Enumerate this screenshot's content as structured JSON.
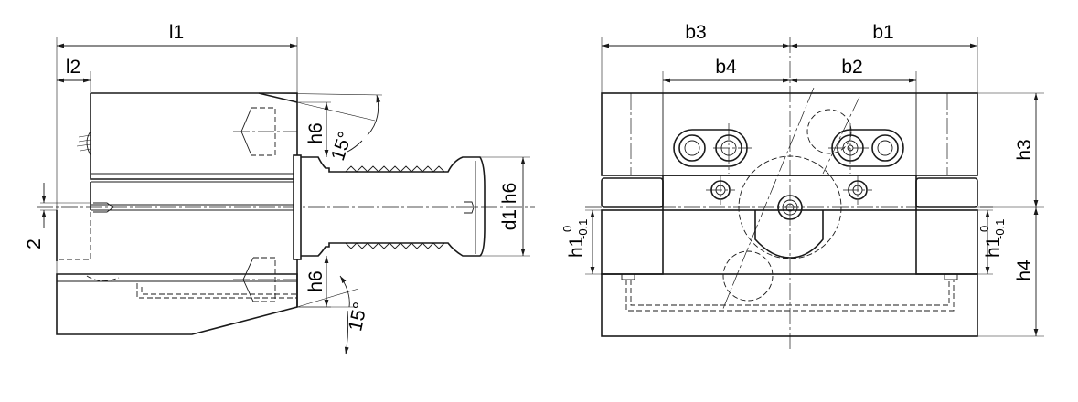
{
  "drawing": {
    "left_view": {
      "labels": {
        "l1": "l1",
        "l2": "l2",
        "two": "2",
        "h6_top": "h6",
        "h6_bottom": "h6",
        "angle_top": "15°",
        "angle_bottom": "15°",
        "d1": "d1 h6"
      }
    },
    "right_view": {
      "labels": {
        "b3": "b3",
        "b1": "b1",
        "b4": "b4",
        "b2": "b2",
        "h3": "h3",
        "h4": "h4",
        "h1_left_main": "h1",
        "h1_left_upper": "0",
        "h1_left_lower": "-0.1",
        "h1_right_main": "h1",
        "h1_right_upper": "0",
        "h1_right_lower": "-0.1"
      }
    }
  }
}
